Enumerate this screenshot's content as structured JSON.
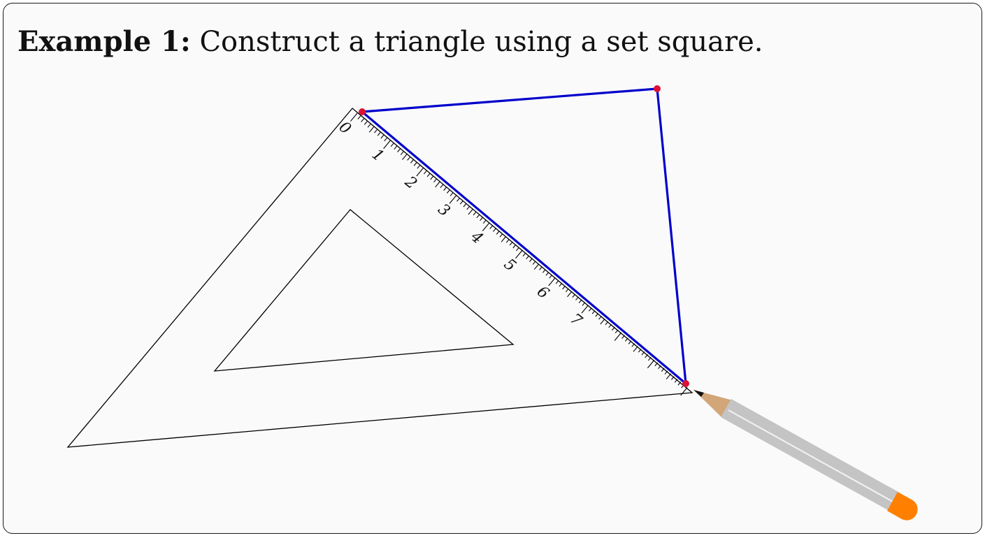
{
  "example": {
    "label": "Example 1:",
    "text": "Construct a triangle using a set square."
  },
  "ruler": {
    "labels": [
      "0",
      "1",
      "2",
      "3",
      "4",
      "5",
      "6",
      "7"
    ]
  },
  "colors": {
    "construction_line": "#0000cc",
    "point": "#dd1133",
    "pencil_body": "#c4c4c4",
    "pencil_eraser": "#ff8000",
    "pencil_wood": "#d2a679"
  },
  "icons": [
    "set-square-icon",
    "pencil-icon"
  ]
}
